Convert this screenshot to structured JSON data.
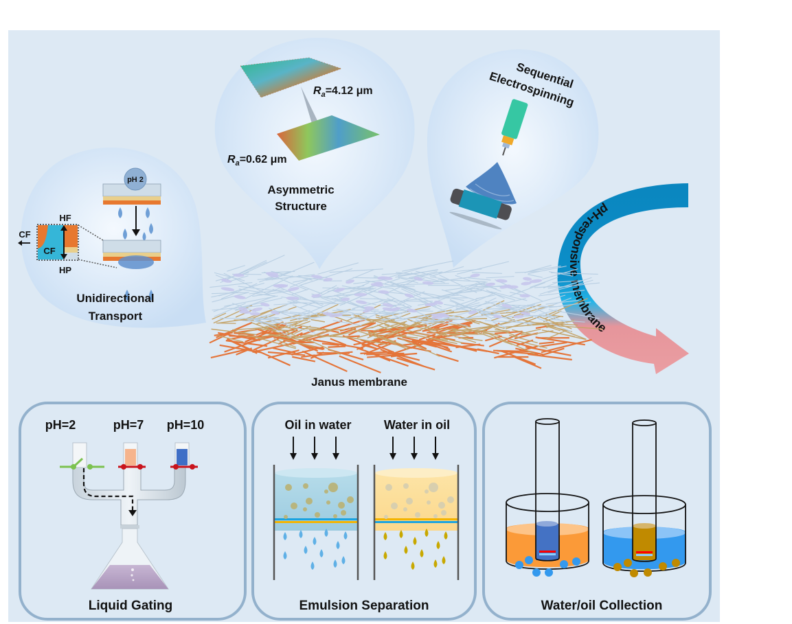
{
  "figure": {
    "center_label": "Janus membrane",
    "arc_label": "pH-responsive membrane",
    "bubbles": {
      "unidirectional": {
        "title_line1": "Unidirectional",
        "title_line2": "Transport",
        "droplet_label": "pH 2",
        "hf_label": "HF",
        "hp_label": "HP",
        "cf_inner_label": "CF",
        "cf_outer_label": "CF"
      },
      "asymmetric": {
        "title_line1": "Asymmetric",
        "title_line2": "Structure",
        "ra_top_symbol": "R",
        "ra_top_sub": "a",
        "ra_top_value": "=4.12 μm",
        "ra_bottom_symbol": "R",
        "ra_bottom_sub": "a",
        "ra_bottom_value": "=0.62 μm"
      },
      "electrospinning": {
        "title_line1": "Sequential",
        "title_line2": "Electrospinning"
      }
    },
    "panels": [
      {
        "title": "Liquid Gating",
        "ph_labels": [
          "pH=2",
          "pH=7",
          "pH=10"
        ]
      },
      {
        "title": "Emulsion Separation",
        "left_label": "Oil in water",
        "right_label": "Water in oil"
      },
      {
        "title": "Water/oil Collection"
      }
    ],
    "colors": {
      "background": "#dde9f4",
      "bubble": "#cfe3f7",
      "panel_border": "#93b1cc",
      "arc_blue": "#0088c2",
      "arc_pink": "#e89a9e",
      "fiber_top": "#b9cfe3",
      "fiber_mid": "#c4a46a",
      "fiber_bottom": "#e4753a",
      "oil_orange": "#fb9a38",
      "water_blue": "#3399ee",
      "oil_gold": "#c08a00"
    }
  }
}
